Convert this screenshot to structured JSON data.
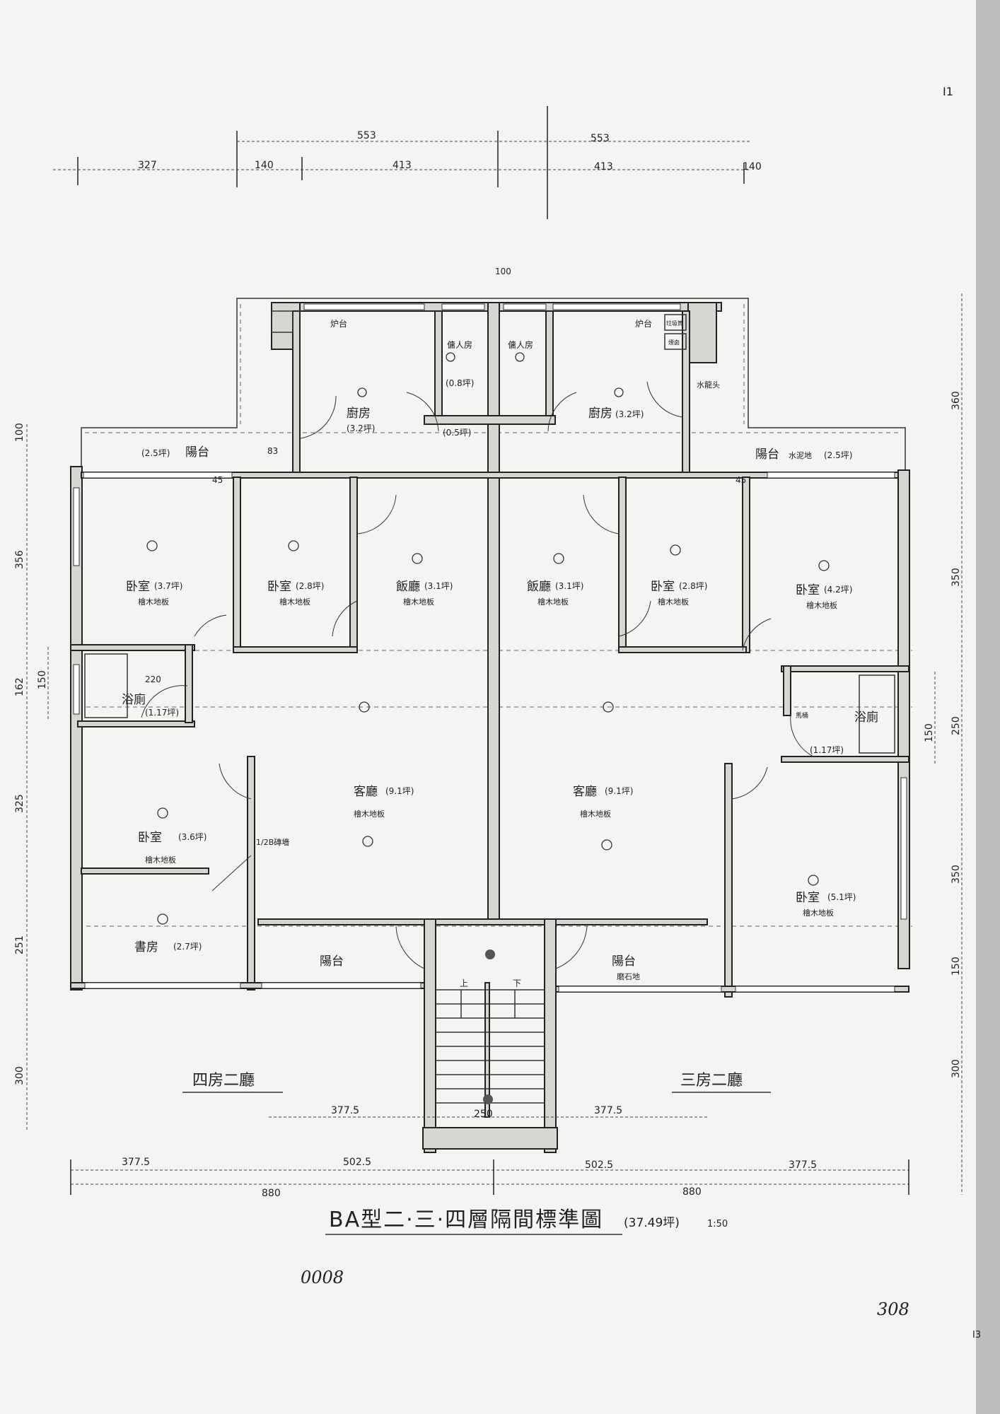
{
  "title": {
    "main": "BA型二·三·四層隔間標準圖",
    "area": "(37.49坪)",
    "scale": "1:50"
  },
  "units": {
    "left": "四房二廳",
    "right": "三房二廳"
  },
  "marks": {
    "corner_top": "I1",
    "sheet_code": "0008",
    "page_number": "308",
    "corner_bottom": "I3"
  },
  "rooms": [
    {
      "name": "廚房",
      "area": "(3.2坪)"
    },
    {
      "name": "廚房",
      "area": "(3.2坪)"
    },
    {
      "name": "傭人房",
      "area": "(0.8坪)"
    },
    {
      "name": "傭人房"
    },
    {
      "area": "(0.5坪)"
    },
    {
      "name": "卧室",
      "area": "(3.7坪)",
      "floor": "檜木地板"
    },
    {
      "name": "卧室",
      "area": "(2.8坪)",
      "floor": "檜木地板"
    },
    {
      "name": "飯廳",
      "area": "(3.1坪)",
      "floor": "檜木地板"
    },
    {
      "name": "飯廳",
      "area": "(3.1坪)",
      "floor": "檜木地板"
    },
    {
      "name": "卧室",
      "area": "(2.8坪)",
      "floor": "檜木地板"
    },
    {
      "name": "卧室",
      "area": "(4.2坪)",
      "floor": "檜木地板"
    },
    {
      "name": "浴廁",
      "area": "(1.17坪)"
    },
    {
      "name": "浴廁",
      "area": "(1.17坪)"
    },
    {
      "name": "客廳",
      "area": "(9.1坪)",
      "floor": "檜木地板"
    },
    {
      "name": "客廳",
      "area": "(9.1坪)",
      "floor": "檜木地板"
    },
    {
      "name": "卧室",
      "area": "(3.6坪)",
      "floor": "檜木地板"
    },
    {
      "name": "書房",
      "area": "(2.7坪)"
    },
    {
      "name": "卧室",
      "area": "(5.1坪)",
      "floor": "檜木地板"
    }
  ],
  "balconies": [
    {
      "name": "陽台",
      "area": "(2.5坪)"
    },
    {
      "name": "陽台",
      "floor": "水泥地",
      "area": "(2.5坪)"
    },
    {
      "name": "陽台"
    },
    {
      "name": "陽台",
      "floor": "磨石地"
    }
  ],
  "fixtures": {
    "stove": "炉台",
    "garbage": "垃圾筒",
    "chimney": "煙囱",
    "faucet": "水龍头",
    "brick_wall": "1/2B磚墻",
    "toilet": "馬桶",
    "stair_up": "上",
    "stair_down": "下"
  },
  "dimensions": {
    "top_upper": [
      "553",
      "553"
    ],
    "top_lower": [
      "327",
      "140",
      "413",
      "413",
      "140"
    ],
    "inner": [
      "100",
      "83",
      "45",
      "45",
      "220"
    ],
    "left": [
      "100",
      "356",
      "162",
      "150",
      "325",
      "251",
      "300"
    ],
    "right": [
      "360",
      "350",
      "250",
      "150",
      "350",
      "150",
      "300"
    ],
    "bottom_mid": [
      "377.5",
      "250",
      "377.5"
    ],
    "bottom_lower": [
      "377.5",
      "502.5",
      "502.5",
      "377.5"
    ],
    "bottom_total": [
      "880",
      "880"
    ]
  }
}
